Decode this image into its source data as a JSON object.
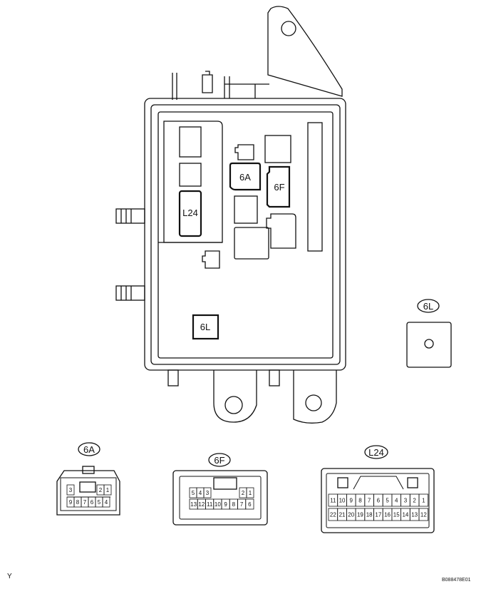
{
  "block_labels": {
    "a6": "6A",
    "f6": "6F",
    "l24": "L24",
    "l6": "6L"
  },
  "detail_label": "6L",
  "connector_labels": {
    "a6": "6A",
    "f6": "6F",
    "l24": "L24"
  },
  "pins": {
    "a6": {
      "top_left": [
        "3"
      ],
      "top_right": [
        "2",
        "1"
      ],
      "bottom": [
        "9",
        "8",
        "7",
        "6",
        "5",
        "4"
      ]
    },
    "f6": {
      "top_left": [
        "5",
        "4",
        "3"
      ],
      "top_right": [
        "2",
        "1"
      ],
      "bottom": [
        "13",
        "12",
        "11",
        "10",
        "9",
        "8",
        "7",
        "6"
      ]
    },
    "l24": {
      "top": [
        "11",
        "10",
        "9",
        "8",
        "7",
        "6",
        "5",
        "4",
        "3",
        "2",
        "1"
      ],
      "bottom": [
        "22",
        "21",
        "20",
        "19",
        "18",
        "17",
        "16",
        "15",
        "14",
        "13",
        "12"
      ]
    }
  },
  "footer": {
    "left_mark": "Y",
    "code": "B088478E01"
  }
}
